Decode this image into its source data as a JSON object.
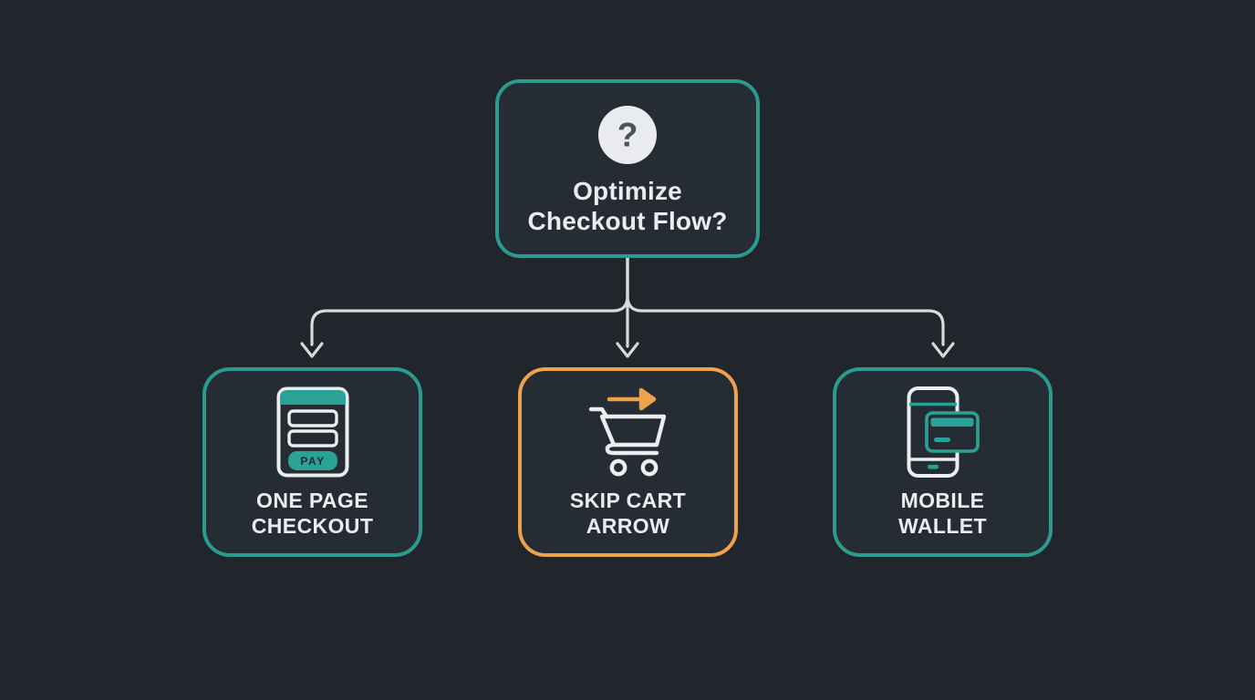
{
  "diagram": {
    "decision": {
      "title": "Optimize Checkout Flow?",
      "icon": "question-mark-icon",
      "icon_glyph": "?"
    },
    "options": [
      {
        "label": "ONE PAGE CHECKOUT",
        "icon": "one-page-checkout-form-icon",
        "icon_button_text": "PAY",
        "accent_color": "#2b9a8f"
      },
      {
        "label": "SKIP CART ARROW",
        "icon": "shopping-cart-skip-arrow-icon",
        "accent_color": "#eda24c"
      },
      {
        "label": "MOBILE WALLET",
        "icon": "phone-with-credit-card-icon",
        "accent_color": "#2b9a8f"
      }
    ],
    "colors": {
      "page_background": "#20262c",
      "node_background": "#262c33",
      "teal_accent": "#2b9a8f",
      "teal_icon_fill": "#2aa396",
      "orange_accent": "#eda24c",
      "connector_line": "#d6dade",
      "text": "#e9edf0",
      "question_circle_fill": "#e9ebee",
      "question_mark_color": "#4a525a"
    }
  }
}
